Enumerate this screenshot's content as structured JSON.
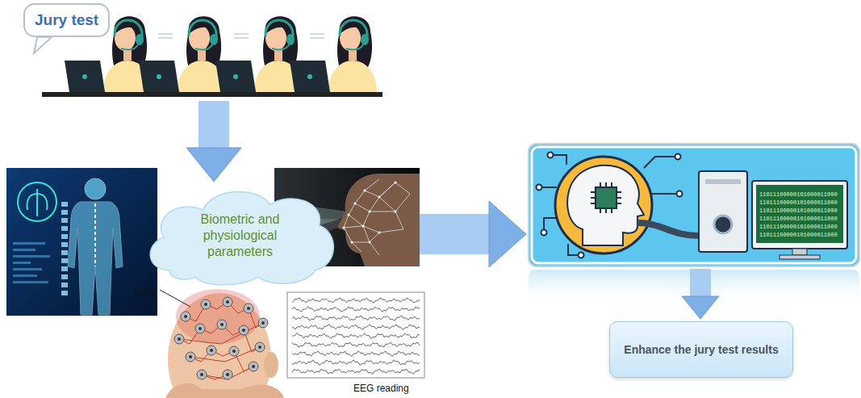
{
  "diagram": {
    "nodes": [
      {
        "text": [
          "Jury test"
        ]
      },
      {
        "text": [
          "Biometric and physiological parameters"
        ]
      },
      {
        "text": [
          "11011100000101000011000 11011100000101000011000 11011100000101000011000 11011100000101000011000 11011100000101000011000 11011100000101000011000"
        ]
      },
      {
        "text": [
          "Enhance the jury test results"
        ]
      }
    ],
    "edges": [
      {
        "from": 0,
        "to": 1,
        "arrow": "to"
      },
      {
        "from": 1,
        "to": 2,
        "arrow": "to"
      },
      {
        "from": 2,
        "to": 3,
        "arrow": "to"
      }
    ],
    "labels": [
      "Brain",
      "EEG reading"
    ]
  }
}
